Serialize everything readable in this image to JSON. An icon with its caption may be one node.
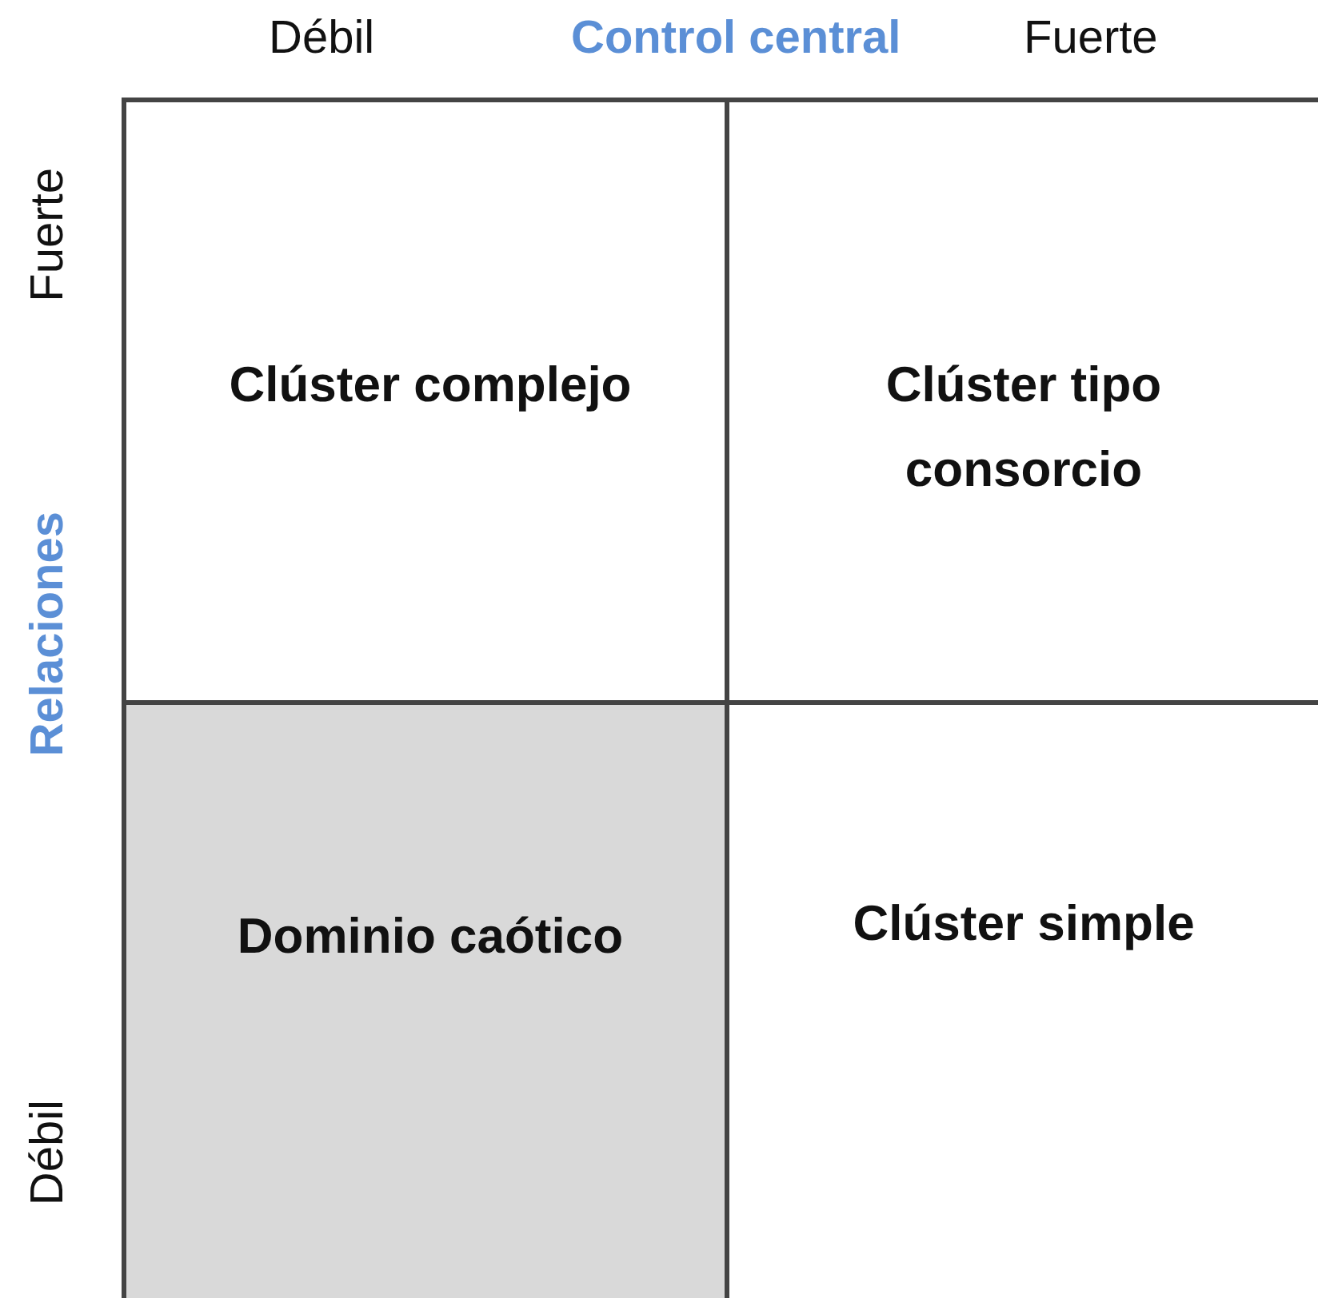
{
  "diagram": {
    "nodes": [
      {
        "text": [
          "Clúster complejo"
        ]
      },
      {
        "text": [
          "Clúster tipo consorcio"
        ]
      },
      {
        "text": [
          "Dominio caótico"
        ]
      },
      {
        "text": [
          "Clúster simple"
        ]
      }
    ],
    "labels": [
      "Débil",
      "Control central",
      "Fuerte",
      "Fuerte",
      "Relaciones",
      "Débil"
    ]
  }
}
